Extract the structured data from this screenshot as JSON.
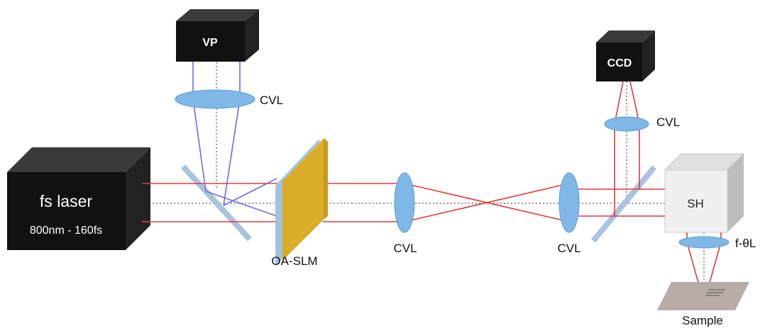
{
  "components": {
    "laser": {
      "title": "fs laser",
      "subtitle": "800nm - 160fs"
    },
    "vp": {
      "label": "VP"
    },
    "ccd": {
      "label": "CCD"
    },
    "slm": {
      "label": "OA-SLM"
    },
    "sh": {
      "label": "SH"
    },
    "f_theta": {
      "label": "f-θL"
    },
    "sample": {
      "label": "Sample"
    }
  },
  "lens_labels": {
    "cvl_top": "CVL",
    "cvl_middle": "CVL",
    "cvl_right": "CVL",
    "cvl_ccd": "CVL"
  },
  "colors": {
    "box_dark": "#111111",
    "box_top": "#3a3a3a",
    "box_side": "#222222",
    "lens": "#7fb8e6",
    "lens_edge": "#5a9bd0",
    "mirror": "#a9c4dc",
    "slm_yellow": "#e2b92e",
    "slm_front": "#d9ad27",
    "slm_blue": "#9fc3e0",
    "beam_red": "#e33a3a",
    "beam_blue": "#6b6bf0",
    "axis": "#333333",
    "sh_front": "#f0f0f0",
    "sh_side": "#bdbdbd",
    "sh_top": "#e0e0e0",
    "sample": "#b8ada6"
  }
}
